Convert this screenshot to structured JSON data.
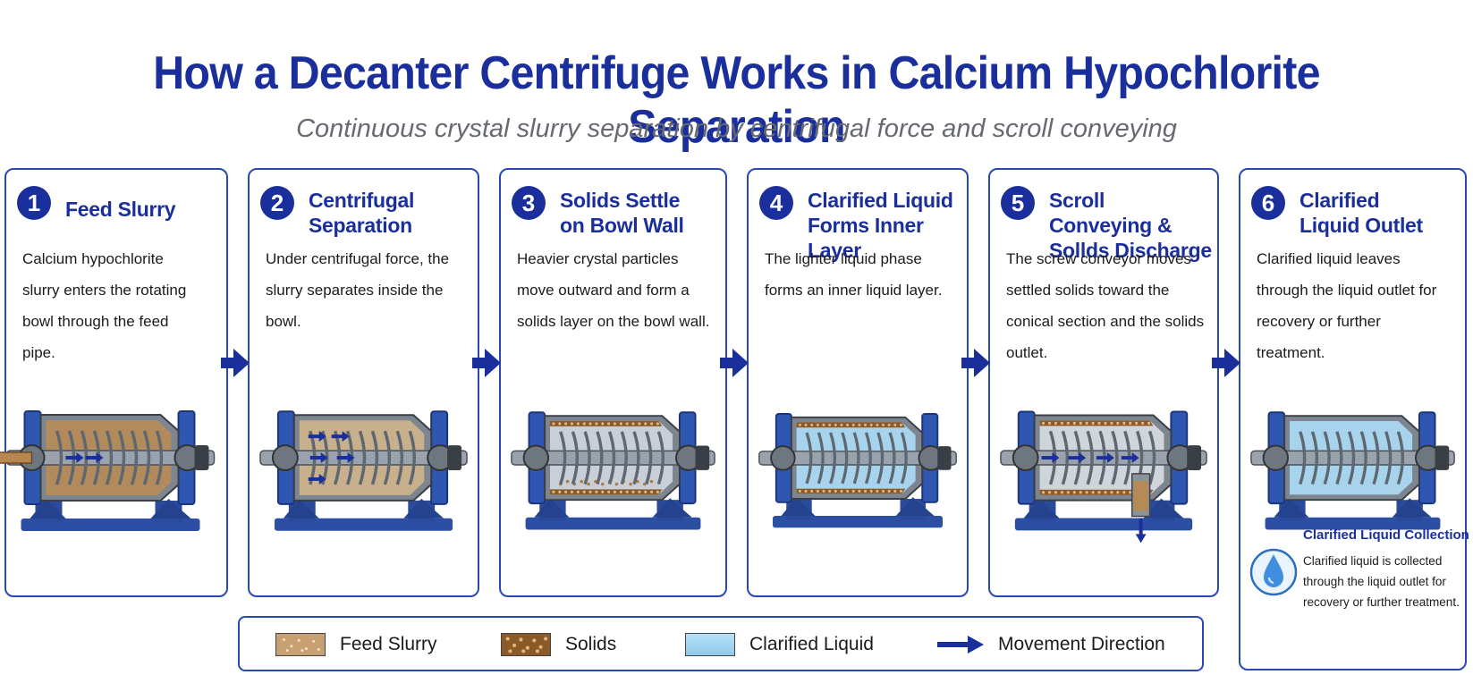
{
  "header": {
    "title": "How a Decanter Centrifuge Works in Calcium Hypochlorite Separation",
    "subtitle": "Continuous crystal slurry separation by centrifugal force and scroll conveying"
  },
  "steps": [
    {
      "num": "1",
      "title": "Feed Slurry",
      "description": "Calcium hypochlorite slurry enters the rotating bowl through the feed pipe."
    },
    {
      "num": "2",
      "title": "Centrifugal Separation",
      "description": "Under centrifugal force, the slurry separates inside the bowl."
    },
    {
      "num": "3",
      "title": "Solids Settle on Bowl Wall",
      "description": "Heavier crystal particles move outward and form a solids layer on the bowl wall."
    },
    {
      "num": "4",
      "title": "Clarified Liquid Forms Inner Layer",
      "description": "The lighter liquid phase forms an inner liquid layer."
    },
    {
      "num": "5",
      "title": "Scroll Conveying & Sollds Discharge",
      "description": "The screw conveyor moves settled solids toward the conical section and the solids outlet."
    },
    {
      "num": "6",
      "title": "Clarified Liquid Outlet",
      "description": "Clarified liquid leaves through the liquid outlet for recovery or further treatment."
    }
  ],
  "collection": {
    "title": "Clarified Liquid Collection",
    "description_line1": "Clarified liquid is collected",
    "description_line2": "through the liquid outlet for",
    "description_line3": "recovery or further treatment.",
    "icon": "water-drop-icon"
  },
  "legend": {
    "items": [
      {
        "label": "Feed Slurry",
        "swatch": "feed-slurry",
        "color": "#c59a64"
      },
      {
        "label": "Solids",
        "swatch": "solids",
        "color": "#9c6a33"
      },
      {
        "label": "Clarified Liquid",
        "swatch": "clarified-liquid",
        "color": "#9ed2ef"
      },
      {
        "label": "Movement Direction",
        "swatch": "arrow",
        "color": "#1a2f9c"
      }
    ]
  },
  "colors": {
    "title": "#1a2f9c",
    "border": "#2a47b8",
    "subtitle": "#666a70",
    "frame": "#2a4fa8"
  }
}
